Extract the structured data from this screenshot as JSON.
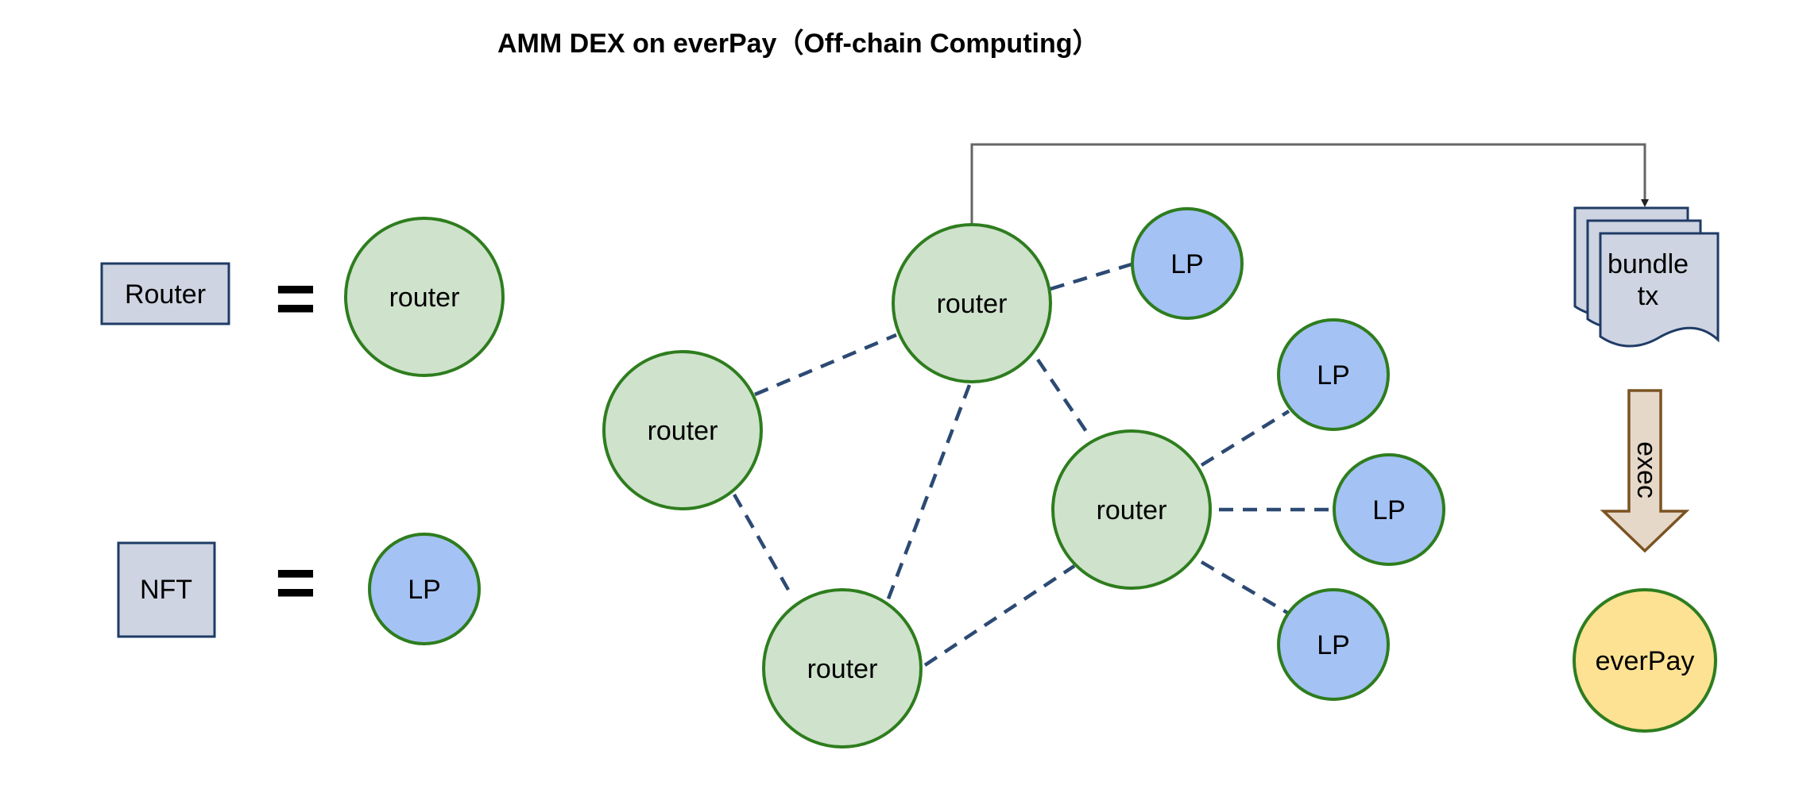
{
  "title": "AMM DEX on everPay（Off-chain Computing）",
  "legend": {
    "router": {
      "box_label": "Router",
      "equals": "=",
      "shape_label": "router"
    },
    "nft": {
      "box_label": "NFT",
      "equals": "=",
      "shape_label": "LP"
    }
  },
  "nodes": {
    "router_top": "router",
    "router_left": "router",
    "router_bottom": "router",
    "router_right": "router",
    "lp_top": "LP",
    "lp_right_1": "LP",
    "lp_right_2": "LP",
    "lp_right_3": "LP"
  },
  "bundle": {
    "line1": "bundle",
    "line2": "tx"
  },
  "exec_label": "exec",
  "everpay_label": "everPay",
  "colors": {
    "router_fill": "#cfe2cc",
    "router_stroke": "#2e7d1e",
    "lp_fill": "#a4c2f4",
    "legend_box_fill": "#ced4e1",
    "legend_box_stroke": "#1f3b66",
    "edge": "#2c4a73",
    "arrow_fill": "#e6d8c9",
    "arrow_stroke": "#7b5322",
    "everpay_fill": "#fde293",
    "connector": "#666666"
  }
}
